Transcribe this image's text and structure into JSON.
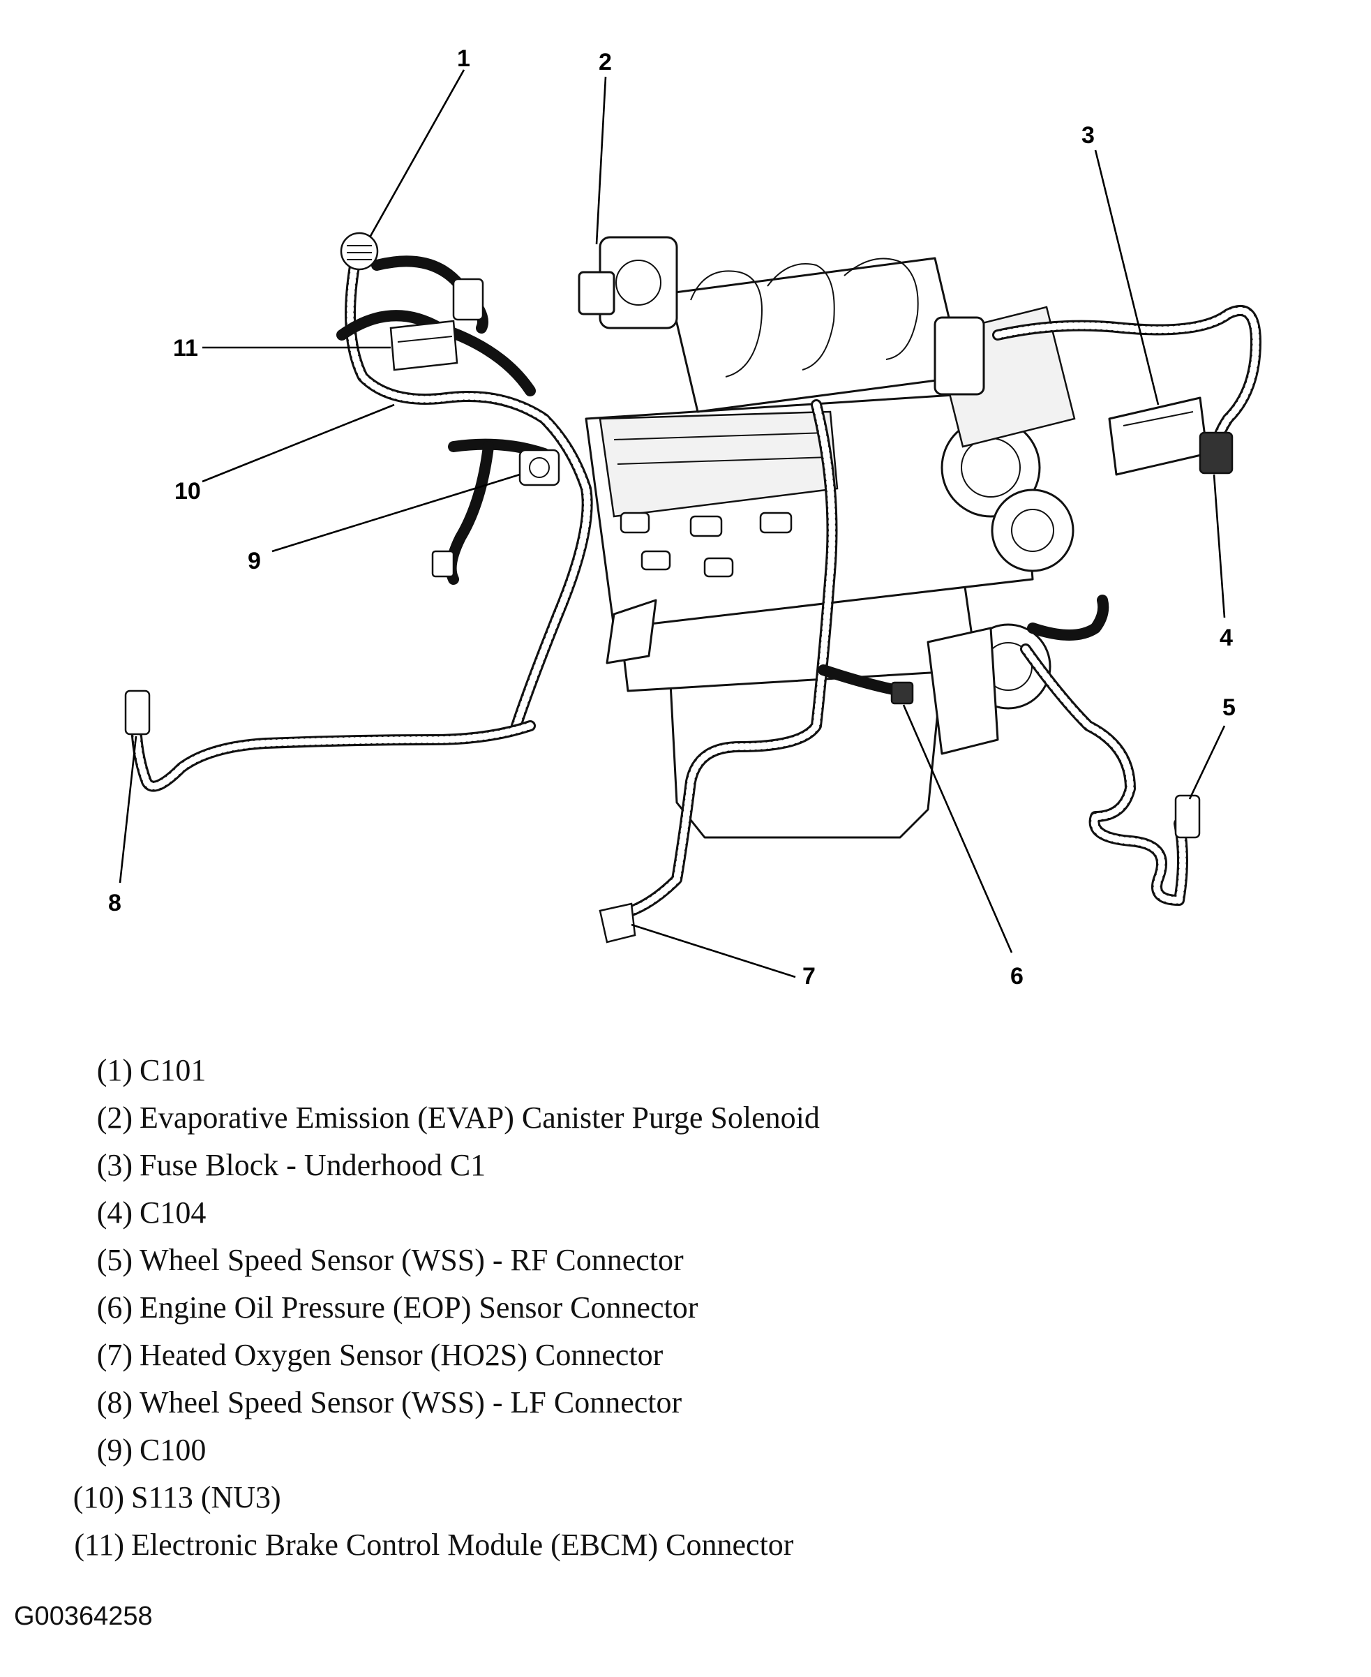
{
  "callouts": [
    "1",
    "2",
    "3",
    "4",
    "5",
    "6",
    "7",
    "8",
    "9",
    "10",
    "11"
  ],
  "legend": [
    {
      "index": "(1)",
      "text": "C101"
    },
    {
      "index": "(2)",
      "text": "Evaporative Emission (EVAP) Canister Purge Solenoid"
    },
    {
      "index": "(3)",
      "text": "Fuse Block - Underhood C1"
    },
    {
      "index": "(4)",
      "text": "C104"
    },
    {
      "index": "(5)",
      "text": "Wheel Speed Sensor (WSS) - RF Connector"
    },
    {
      "index": "(6)",
      "text": "Engine Oil Pressure (EOP) Sensor Connector"
    },
    {
      "index": "(7)",
      "text": "Heated Oxygen Sensor (HO2S) Connector"
    },
    {
      "index": "(8)",
      "text": "Wheel Speed Sensor (WSS) - LF Connector"
    },
    {
      "index": "(9)",
      "text": "C100"
    },
    {
      "index": "(10)",
      "text": "S113 (NU3)"
    },
    {
      "index": "(11)",
      "text": "Electronic Brake Control Module (EBCM) Connector"
    }
  ],
  "figure_id": "G00364258"
}
